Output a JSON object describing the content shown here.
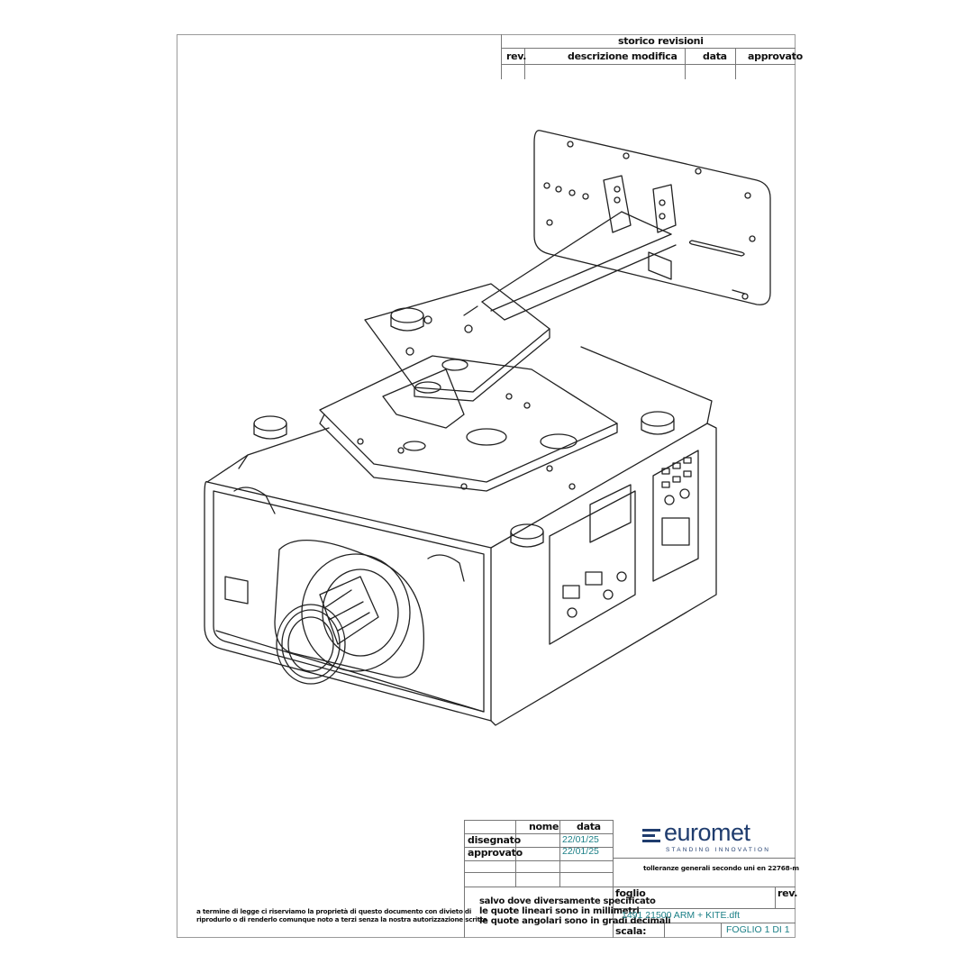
{
  "revision_block": {
    "title": "storico revisioni",
    "columns": [
      "rev.",
      "descrizione modifica",
      "data",
      "approvato"
    ]
  },
  "title_block": {
    "header_nome": "nome",
    "header_data": "data",
    "drawn_label": "disegnato",
    "drawn_date": "22/01/25",
    "approved_label": "approvato",
    "approved_date": "22/01/25",
    "tolerance_note": "tolleranze generali secondo uni en 22768-m",
    "foglio_label": "foglio",
    "rev_label": "rev.",
    "salvo_line1": "salvo dove diversamente specificato",
    "salvo_line2": "le quote lineari sono in millimetri",
    "salvo_line3": "le quote angolari sono in gradi decimali",
    "file_name": "1491 21500 ARM + KITE.dft",
    "scale_label": "scala:",
    "sheet_number": "FOGLIO 1 DI 1",
    "copyright_line1": "a termine di legge ci riserviamo la proprietà di questo documento con divieto di",
    "copyright_line2": "riprodurlo o di renderlo comunque noto a terzi senza la nostra autorizzazione scritta"
  },
  "logo": {
    "wordmark": "euromet",
    "tagline": "STANDING INNOVATION",
    "brand_color": "#1f3c6e"
  },
  "colors": {
    "teal_text": "#1a7f86",
    "frame": "#9a9a9a"
  }
}
